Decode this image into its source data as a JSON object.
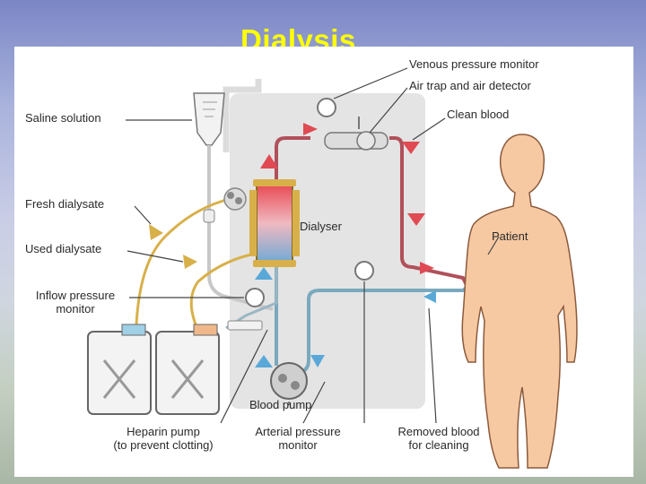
{
  "slide": {
    "title": "Dialysis"
  },
  "labels": {
    "venous_pressure_monitor": "Venous pressure monitor",
    "air_trap": "Air trap and air detector",
    "clean_blood": "Clean blood",
    "saline_solution": "Saline solution",
    "fresh_dialysate": "Fresh dialysate",
    "used_dialysate": "Used dialysate",
    "inflow_pressure_1": "Inflow pressure",
    "inflow_pressure_2": "monitor",
    "dialyser": "Dialyser",
    "patient": "Patient",
    "blood_pump": "Blood pump",
    "heparin_1": "Heparin pump",
    "heparin_2": "(to prevent clotting)",
    "arterial_1": "Arterial pressure",
    "arterial_2": "monitor",
    "removed_1": "Removed blood",
    "removed_2": "for cleaning"
  },
  "colors": {
    "title": "#ffff00",
    "clean_blood_tube": "#b0505a",
    "removed_blood_tube": "#7aa9bd",
    "dialysate_tube": "#d8b04a",
    "arrow_red": "#e04a52",
    "arrow_blue": "#5aa8d8",
    "body": "#f7c9a3",
    "machine": "#e4e4e4"
  }
}
